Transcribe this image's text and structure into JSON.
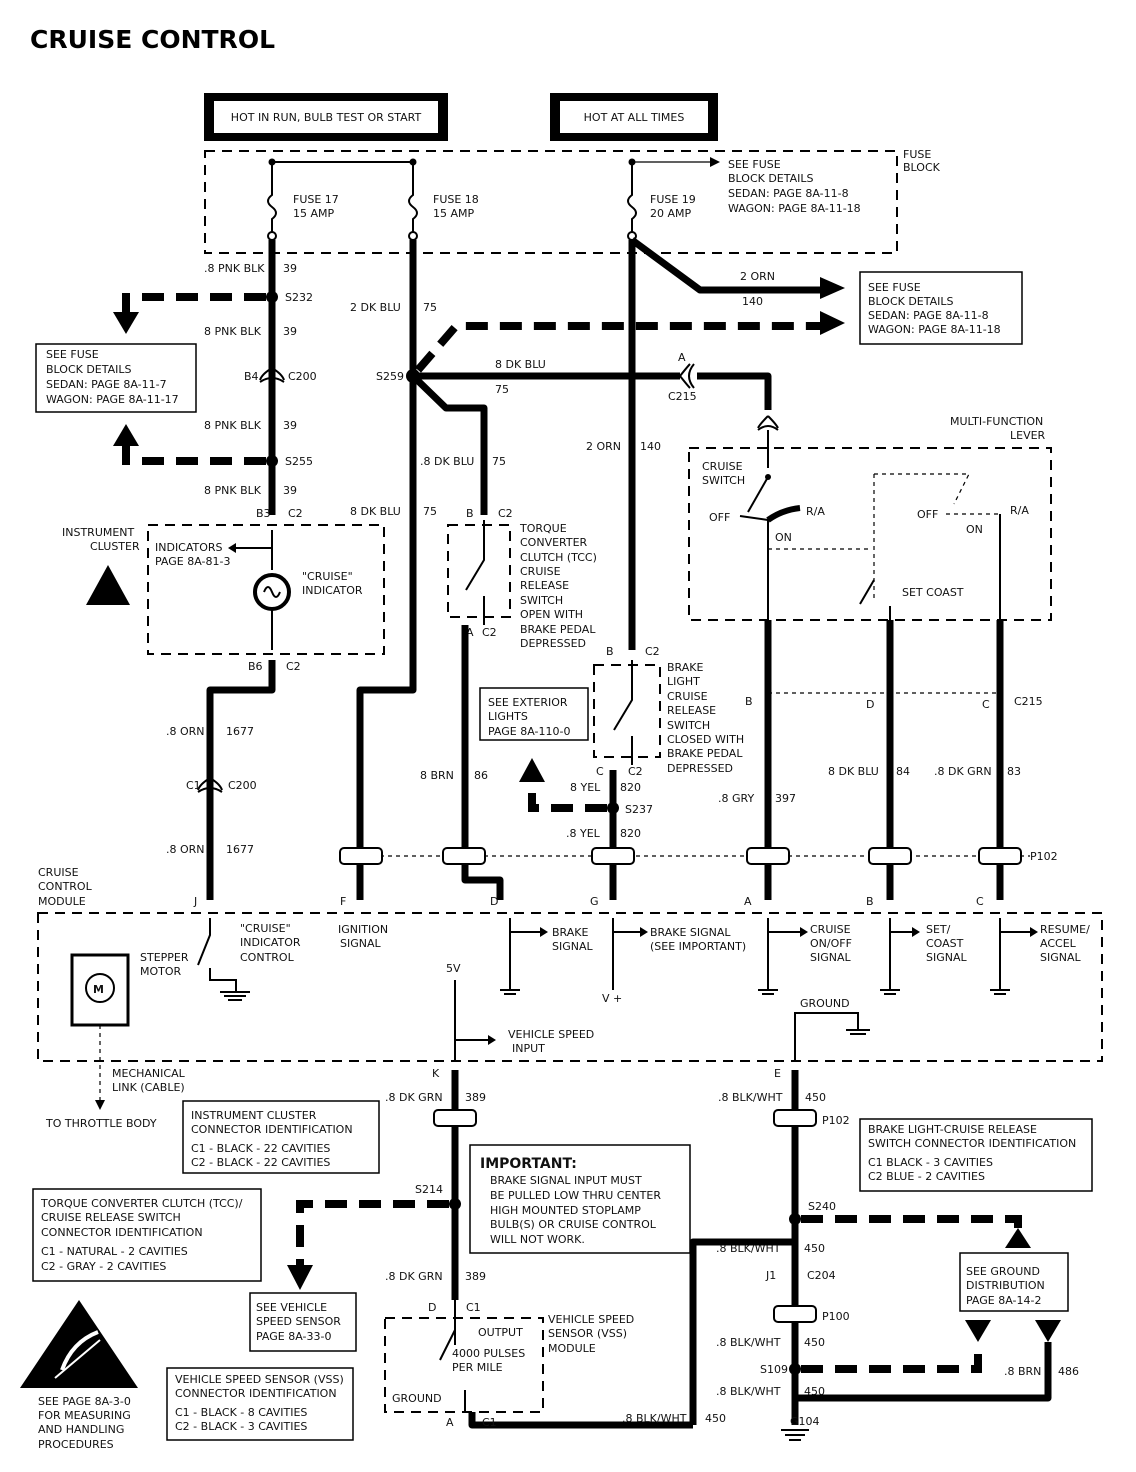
{
  "title": "CRUISE CONTROL",
  "power": {
    "hot_run": "HOT IN RUN, BULB TEST OR START",
    "hot_all": "HOT AT ALL TIMES"
  },
  "fuse_block": {
    "label": [
      "FUSE",
      "BLOCK"
    ],
    "fuse17": [
      "FUSE 17",
      "15 AMP"
    ],
    "fuse18": [
      "FUSE 18",
      "15 AMP"
    ],
    "fuse19": [
      "FUSE 19",
      "20 AMP"
    ],
    "details_top": [
      "SEE FUSE",
      "BLOCK DETAILS",
      "SEDAN:  PAGE 8A-11-8",
      "WAGON:  PAGE 8A-11-18"
    ]
  },
  "refs": {
    "fuse_right": [
      "SEE FUSE",
      "BLOCK DETAILS",
      "SEDAN:   PAGE 8A-11-8",
      "WAGON:  PAGE 8A-11-18"
    ],
    "fuse_left": [
      "SEE FUSE",
      "BLOCK DETAILS",
      "SEDAN:   PAGE 8A-11-7",
      "WAGON:  PAGE 8A-11-17"
    ],
    "ext_lights": [
      "SEE EXTERIOR",
      "LIGHTS",
      "PAGE 8A-110-0"
    ],
    "vss": [
      "SEE VEHICLE",
      "SPEED SENSOR",
      "PAGE 8A-33-0"
    ],
    "ground": [
      "SEE GROUND",
      "DISTRIBUTION",
      "PAGE 8A-14-2"
    ],
    "esd": [
      "SEE PAGE 8A-3-0",
      "FOR MEASURING",
      "AND HANDLING",
      "PROCEDURES"
    ]
  },
  "wires": {
    "pnk1": ".8 PNK BLK",
    "pnk1n": "39",
    "pnk2": "8 PNK BLK",
    "pnk2n": "39",
    "pnk3": "8 PNK BLK",
    "pnk3n": "39",
    "pnk4": "8 PNK BLK",
    "pnk4n": "39",
    "dkblu2": "2 DK BLU",
    "dkblu2n": "75",
    "dkblu8": "8 DK BLU",
    "dkblu8n": "75",
    "dkblu_a": ".8 DK BLU",
    "dkblu_an": "75",
    "dkblu_b": "8 DK BLU",
    "dkblu_bn": "75",
    "orn2": "2 ORN",
    "orn2n": "140",
    "orn2v": "2 ORN",
    "orn2vn": "140",
    "orn8a": ".8 ORN",
    "orn8an": "1677",
    "orn8b": ".8 ORN",
    "orn8bn": "1677",
    "brn": "8 BRN",
    "brnn": "86",
    "yel1": "8 YEL",
    "yel1n": "820",
    "yel2": ".8 YEL",
    "yel2n": "820",
    "gry": ".8 GRY",
    "gryn": "397",
    "dkblu84": "8 DK BLU",
    "dkblu84n": "84",
    "dkgrn83": ".8 DK GRN",
    "dkgrn83n": "83",
    "dkgrn389a": ".8 DK GRN",
    "dkgrn389an": "389",
    "dkgrn389b": ".8 DK GRN",
    "dkgrn389bn": "389",
    "blkwht1": ".8 BLK/WHT",
    "blkwht1n": "450",
    "blkwht2": ".8 BLK/WHT",
    "blkwht2n": "450",
    "blkwht3": ".8 BLK/WHT",
    "blkwht3n": "450",
    "blkwht4": ".8 BLK/WHT",
    "blkwht4n": "450",
    "blkwht5": ".8 BLK/WHT",
    "blkwht5n": "450",
    "brn486": ".8 BRN",
    "brn486n": "486"
  },
  "splices": {
    "s232": "S232",
    "s255": "S255",
    "s259": "S259",
    "s237": "S237",
    "s214": "S214",
    "s240": "S240",
    "s109": "S109",
    "g104": "G104"
  },
  "connectors": {
    "c200": "C200",
    "c215": "C215",
    "c2": "C2",
    "c1": "C1",
    "c204": "C204",
    "p100": "P100",
    "p102": "P102"
  },
  "components": {
    "multifunction": [
      "MULTI-FUNCTION",
      "LEVER"
    ],
    "cruise_switch": [
      "CRUISE",
      "SWITCH"
    ],
    "off": "OFF",
    "ra": "R/A",
    "on": "ON",
    "set_coast": "SET COAST",
    "tcc": [
      "TORQUE",
      "CONVERTER",
      "CLUTCH (TCC)",
      "CRUISE",
      "RELEASE",
      "SWITCH",
      "OPEN WITH",
      "BRAKE PEDAL",
      "DEPRESSED"
    ],
    "brake_sw": [
      "BRAKE",
      "LIGHT",
      "CRUISE",
      "RELEASE",
      "SWITCH",
      "CLOSED WITH",
      "BRAKE PEDAL",
      "DEPRESSED"
    ],
    "instrument_cluster": [
      "INSTRUMENT",
      "CLUSTER"
    ],
    "indicators": [
      "INDICATORS",
      "PAGE 8A-81-3"
    ],
    "cruise_ind": [
      "\"CRUISE\"",
      "INDICATOR"
    ],
    "module": [
      "CRUISE",
      "CONTROL",
      "MODULE"
    ],
    "stepper": [
      "STEPPER",
      "MOTOR"
    ],
    "ind_ctrl": [
      "\"CRUISE\"",
      "INDICATOR",
      "CONTROL"
    ],
    "ign": [
      "IGNITION",
      "SIGNAL"
    ],
    "brake_sig": [
      "BRAKE",
      "SIGNAL"
    ],
    "brake_imp": [
      "BRAKE SIGNAL",
      "(SEE IMPORTANT)"
    ],
    "cruise_onoff": [
      "CRUISE",
      "ON/OFF",
      "SIGNAL"
    ],
    "set_coast_sig": [
      "SET/",
      "COAST",
      "SIGNAL"
    ],
    "resume": [
      "RESUME/",
      "ACCEL",
      "SIGNAL"
    ],
    "v5": "5V",
    "vplus": "V +",
    "vss_input": [
      "VEHICLE SPEED",
      "INPUT"
    ],
    "ground": "GROUND",
    "mech": [
      "MECHANICAL",
      "LINK (CABLE)"
    ],
    "throttle": "TO THROTTLE BODY",
    "vss_module": [
      "VEHICLE SPEED",
      "SENSOR (VSS)",
      "MODULE"
    ],
    "output": "OUTPUT",
    "pulses": [
      "4000 PULSES",
      "PER MILE"
    ],
    "gnd": "GROUND"
  },
  "important": {
    "head": "IMPORTANT:",
    "lines": [
      "BRAKE SIGNAL INPUT MUST",
      "BE PULLED LOW THRU CENTER",
      "HIGH MOUNTED STOPLAMP",
      "BULB(S) OR CRUISE CONTROL",
      "WILL NOT WORK."
    ]
  },
  "id_boxes": {
    "ic": [
      "INSTRUMENT CLUSTER",
      "CONNECTOR IDENTIFICATION",
      "C1   -  BLACK     -  22 CAVITIES",
      "C2   -  BLACK     -  22 CAVITIES"
    ],
    "tcc": [
      "TORQUE CONVERTER CLUTCH (TCC)/",
      "CRUISE RELEASE SWITCH",
      "CONNECTOR IDENTIFICATION",
      "C1   -  NATURAL   -  2 CAVITIES",
      "C2   -  GRAY       -  2 CAVITIES"
    ],
    "vss": [
      "VEHICLE SPEED SENSOR (VSS)",
      "CONNECTOR IDENTIFICATION",
      "C1   -  BLACK     -  8 CAVITIES",
      "C2   -  BLACK     -  3 CAVITIES"
    ],
    "brake": [
      "BRAKE LIGHT-CRUISE RELEASE",
      "SWITCH CONNECTOR IDENTIFICATION",
      "C1      BLACK     -  3 CAVITIES",
      "C2      BLUE      -  2 CAVITIES"
    ]
  },
  "pins": {
    "b4": "B4",
    "b3": "B3",
    "b6": "B6",
    "c1": "C1",
    "j1": "J1",
    "a": "A",
    "b": "B",
    "c": "C",
    "d": "D",
    "e": "E",
    "f": "F",
    "g": "G",
    "j": "J",
    "k": "K"
  }
}
